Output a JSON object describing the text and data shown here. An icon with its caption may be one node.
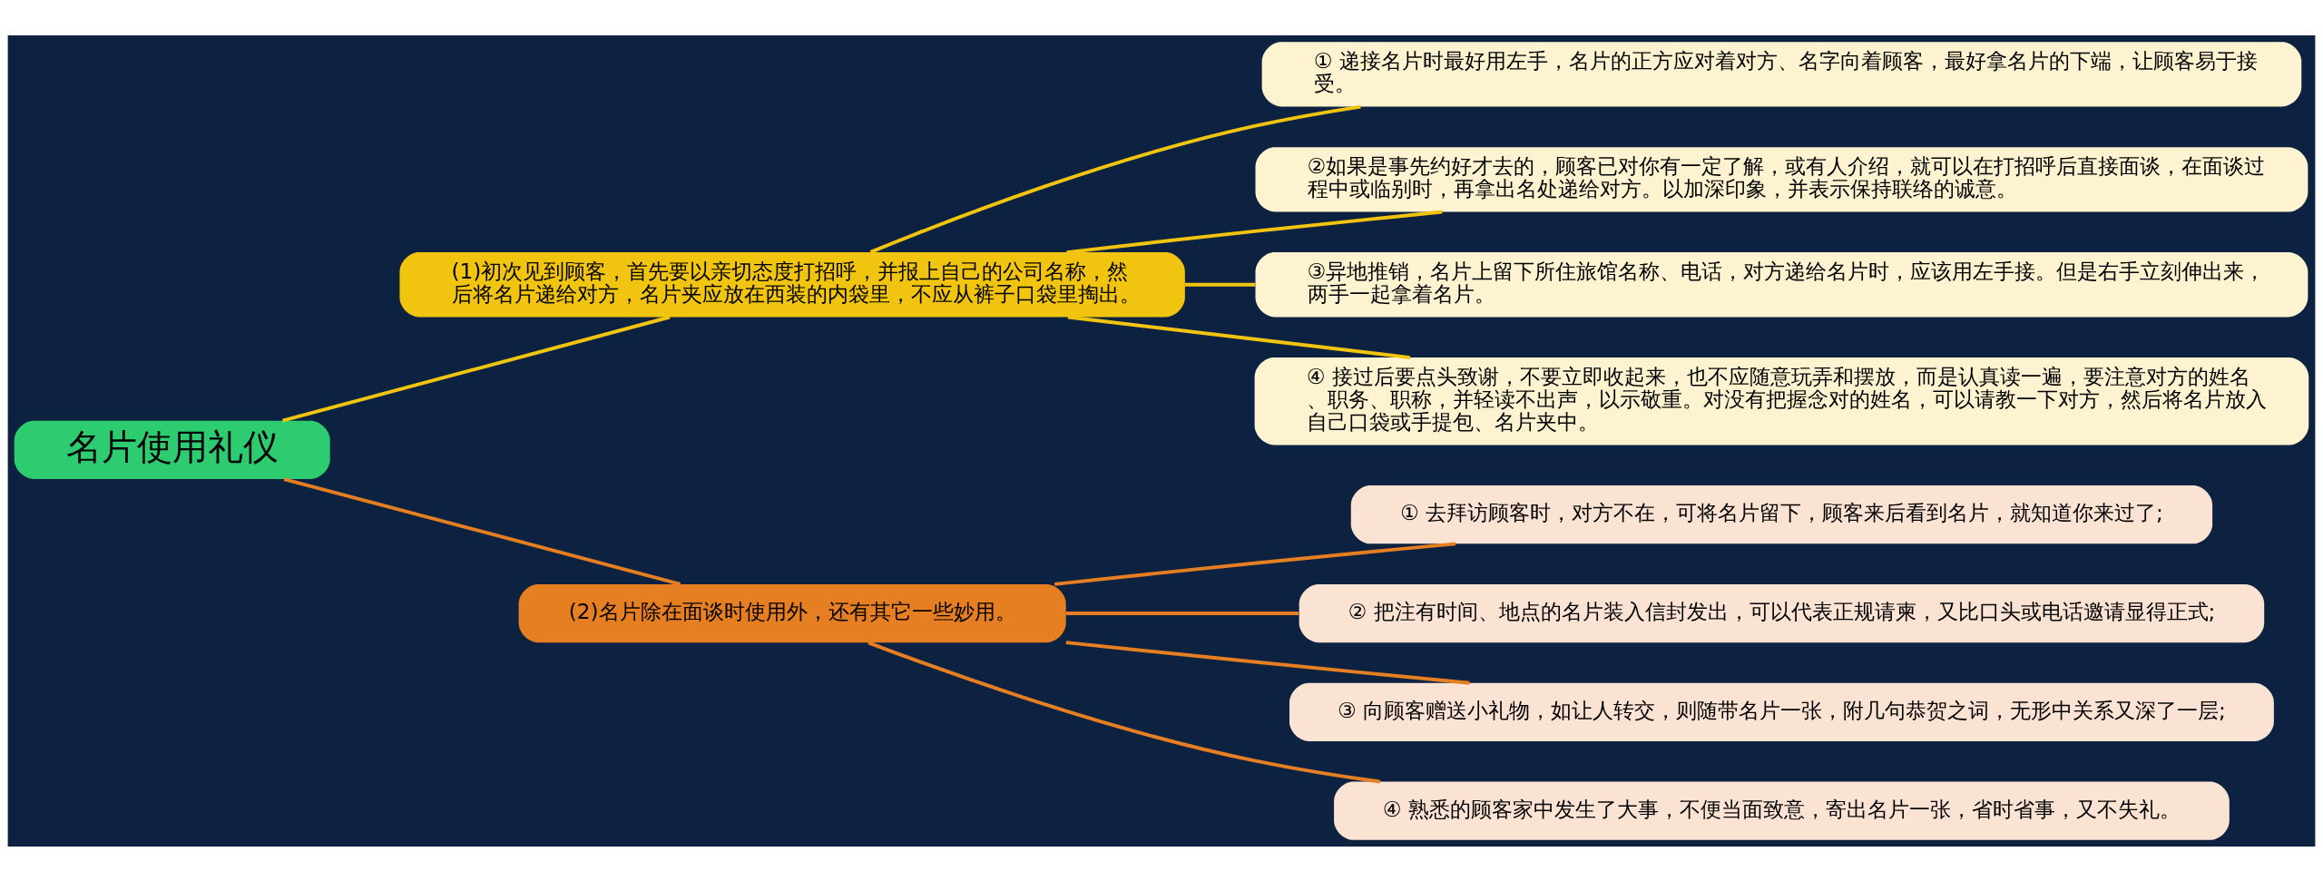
{
  "diagram": {
    "nodes": [
      {
        "text": [
          "名片使用礼仪"
        ]
      },
      {
        "text": [
          "(1)初次见到顾客，首先要以亲切态度打招呼，并报上自己的公司名称，然后将名片递给对方，名片夹应放在西装的内袋里，不应从裤子口袋里掏出。"
        ]
      },
      {
        "text": [
          "① 递接名片时最好用左手，名片的正方应对着对方、名字向着顾客，最好拿名片的下端，让顾客易于接受。"
        ]
      },
      {
        "text": [
          "②如果是事先约好才去的，顾客已对你有一定了解，或有人介绍，就可以在打招呼后直接面谈，在面谈过程中或临别时，再拿出名处递给对方。以加深印象，并表示保持联络的诚意。"
        ]
      },
      {
        "text": [
          "③异地推销，名片上留下所住旅馆名称、电话，对方递给名片时，应该用左手接。但是右手立刻伸出来，两手一起拿着名片。"
        ]
      },
      {
        "text": [
          "④ 接过后要点头致谢，不要立即收起来，也不应随意玩弄和摆放，而是认真读一遍，要注意对方的姓名、职务、职称，并轻读不出声，以示敬重。对没有把握念对的姓名，可以请教一下对方，然后将名片放入自己口袋或手提包、名片夹中。"
        ]
      },
      {
        "text": [
          "(2)名片除在面谈时使用外，还有其它一些妙用。"
        ]
      },
      {
        "text": [
          "① 去拜访顾客时，对方不在，可将名片留下，顾客来后看到名片，就知道你来过了;"
        ]
      },
      {
        "text": [
          "② 把注有时间、地点的名片装入信封发出，可以代表正规请柬，又比口头或电话邀请显得正式;"
        ]
      },
      {
        "text": [
          "③ 向顾客赠送小礼物，如让人转交，则随带名片一张，附几句恭贺之词，无形中关系又深了一层;"
        ]
      },
      {
        "text": [
          "④ 熟悉的顾客家中发生了大事，不便当面致意，寄出名片一张，省时省事，又不失礼。"
        ]
      }
    ],
    "edges": [
      {
        "from": 0,
        "to": 1,
        "arrow": "none",
        "color": "#f1c40f"
      },
      {
        "from": 1,
        "to": 2,
        "arrow": "none",
        "color": "#f1c40f"
      },
      {
        "from": 1,
        "to": 3,
        "arrow": "none",
        "color": "#f1c40f"
      },
      {
        "from": 1,
        "to": 4,
        "arrow": "none",
        "color": "#f1c40f"
      },
      {
        "from": 1,
        "to": 5,
        "arrow": "none",
        "color": "#f1c40f"
      },
      {
        "from": 0,
        "to": 6,
        "arrow": "none",
        "color": "#e67e22"
      },
      {
        "from": 6,
        "to": 7,
        "arrow": "none",
        "color": "#e67e22"
      },
      {
        "from": 6,
        "to": 8,
        "arrow": "none",
        "color": "#e67e22"
      },
      {
        "from": 6,
        "to": 9,
        "arrow": "none",
        "color": "#e67e22"
      },
      {
        "from": 6,
        "to": 10,
        "arrow": "none",
        "color": "#e67e22"
      }
    ]
  }
}
